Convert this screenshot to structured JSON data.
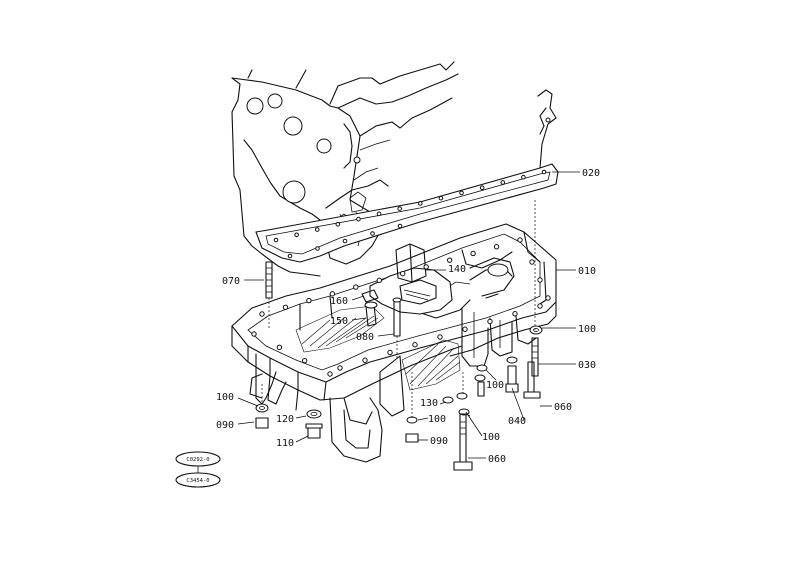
{
  "callouts": [
    {
      "id": "c020",
      "text": "020"
    },
    {
      "id": "c010",
      "text": "010"
    },
    {
      "id": "c070",
      "text": "070"
    },
    {
      "id": "c140",
      "text": "140"
    },
    {
      "id": "c160",
      "text": "160"
    },
    {
      "id": "c150",
      "text": "150"
    },
    {
      "id": "c080",
      "text": "080"
    },
    {
      "id": "c100a",
      "text": "100"
    },
    {
      "id": "c030",
      "text": "030"
    },
    {
      "id": "c100b",
      "text": "100"
    },
    {
      "id": "c040",
      "text": "040"
    },
    {
      "id": "c060a",
      "text": "060"
    },
    {
      "id": "c130",
      "text": "130"
    },
    {
      "id": "c100c",
      "text": "100"
    },
    {
      "id": "c100d",
      "text": "100"
    },
    {
      "id": "c090a",
      "text": "090"
    },
    {
      "id": "c060b",
      "text": "060"
    },
    {
      "id": "c100e",
      "text": "100"
    },
    {
      "id": "c090b",
      "text": "090"
    },
    {
      "id": "c120",
      "text": "120"
    },
    {
      "id": "c110",
      "text": "110"
    }
  ],
  "stamps": {
    "top": "C0292-0",
    "bottom": "C3454-0"
  },
  "colors": {
    "ink": "#111111",
    "paper": "#ffffff"
  }
}
